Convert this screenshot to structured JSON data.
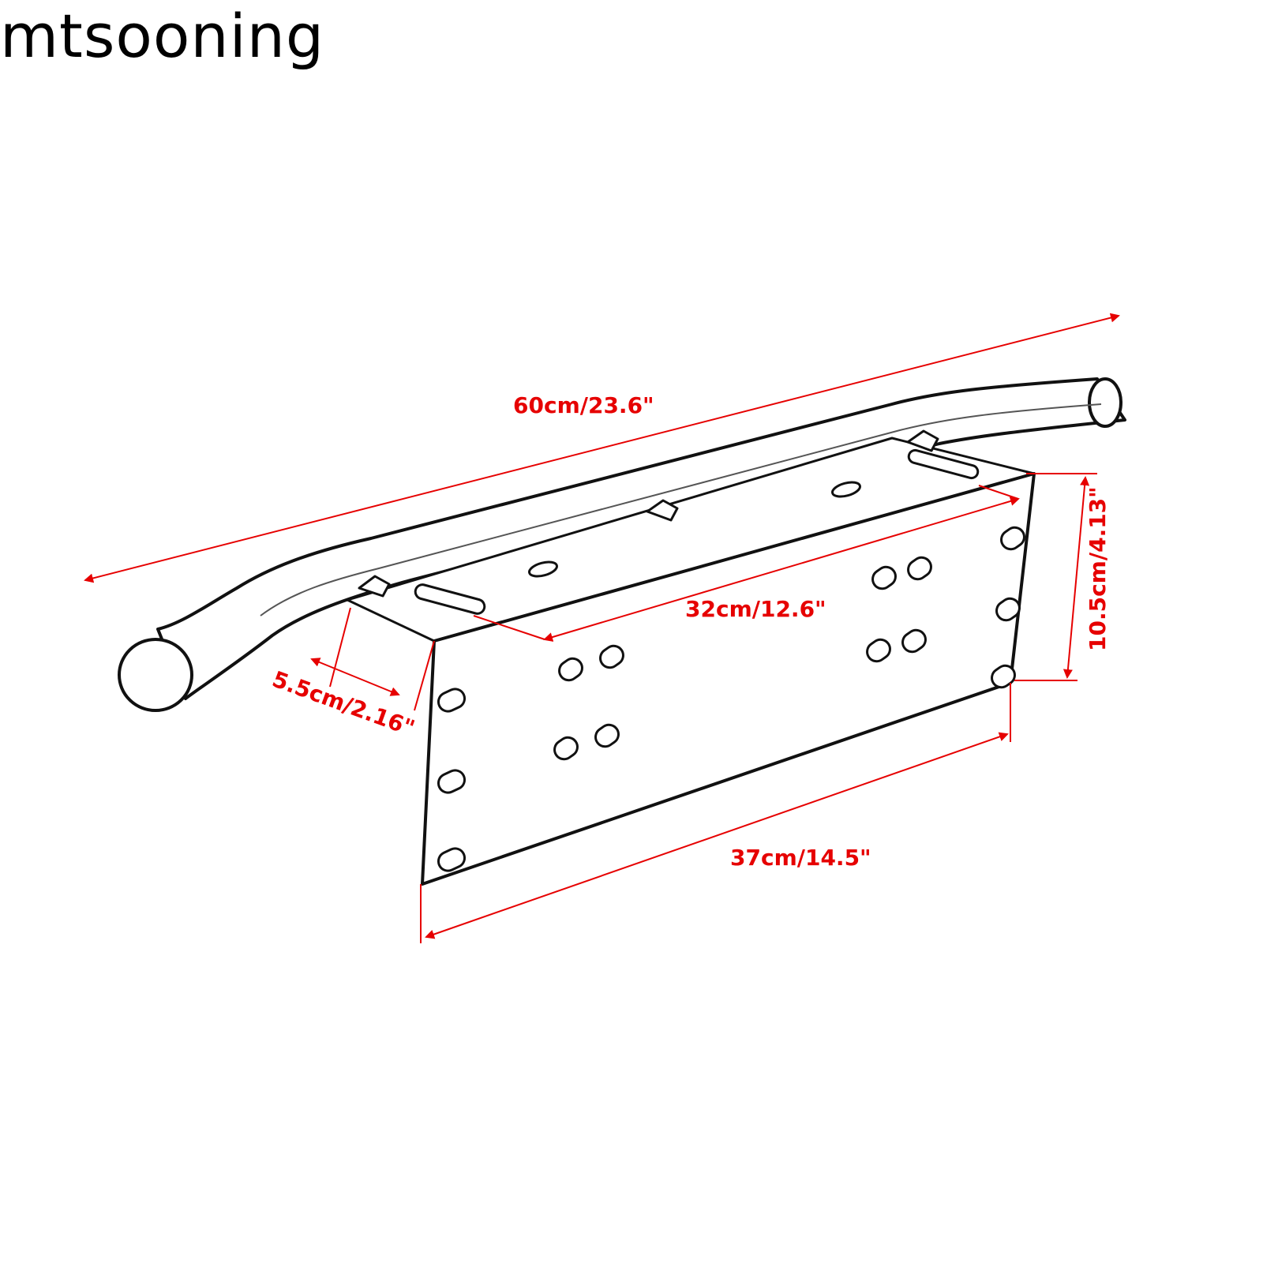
{
  "brand": {
    "name": "mtsooning"
  },
  "dimensions": {
    "overall_length": "60cm/23.6\"",
    "plate_top_length": "32cm/12.6\"",
    "plate_height": "10.5cm/4.13\"",
    "flange_depth": "5.5cm/2.16\"",
    "plate_bottom_length": "37cm/14.5\""
  },
  "colors": {
    "dimension": "#e60000",
    "outline": "#111111",
    "background": "#ffffff"
  }
}
